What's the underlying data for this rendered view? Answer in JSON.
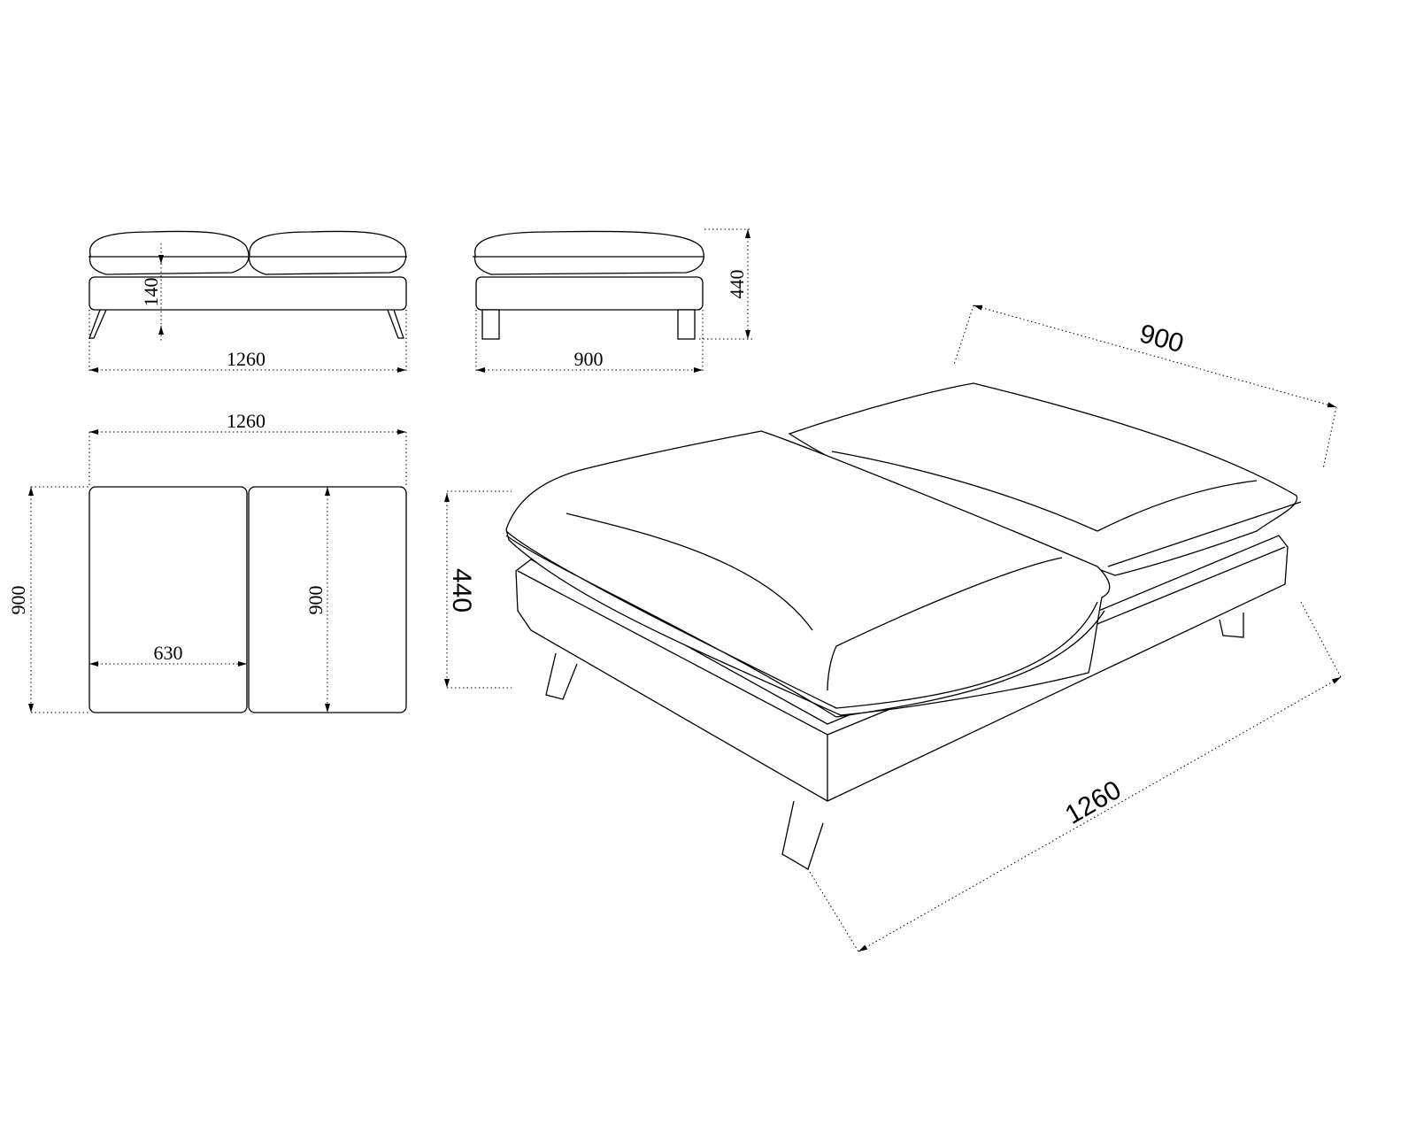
{
  "front_view": {
    "width_label": "1260",
    "cushion_height_label": "140"
  },
  "side_view": {
    "depth_label": "900",
    "height_label": "440"
  },
  "top_view": {
    "width_label": "1260",
    "depth_label_left": "900",
    "depth_label_inner": "900",
    "cushion_width_label": "630"
  },
  "iso_view": {
    "depth_label": "900",
    "width_label": "1260",
    "height_label": "440"
  }
}
